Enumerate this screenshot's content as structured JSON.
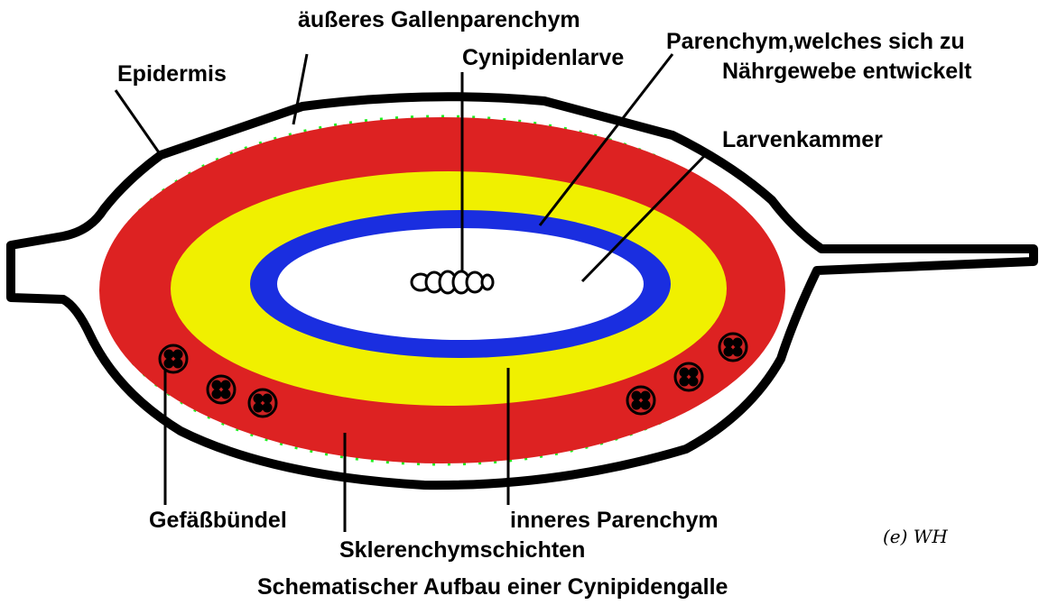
{
  "labels": {
    "epidermis": "Epidermis",
    "outer_parenchyma": "äußeres Gallenparenchym",
    "larva": "Cynipidenlarve",
    "nutritive_line1": "Parenchym,welches sich zu",
    "nutritive_line2": "Nährgewebe entwickelt",
    "larval_chamber": "Larvenkammer",
    "vascular_bundle": "Gefäßbündel",
    "inner_parenchyma": "inneres Parenchym",
    "sclerenchyma": "Sklerenchymschichten",
    "caption": "Schematischer Aufbau einer Cynipidengalle",
    "signature": "(e) WH"
  },
  "colors": {
    "outline": "#000000",
    "epidermis_cells": "#22ee22",
    "sclerenchyma": "#dd2222",
    "nutritive_tissue": "#f0f000",
    "inner_layer": "#1a2ee0",
    "chamber": "#ffffff"
  }
}
